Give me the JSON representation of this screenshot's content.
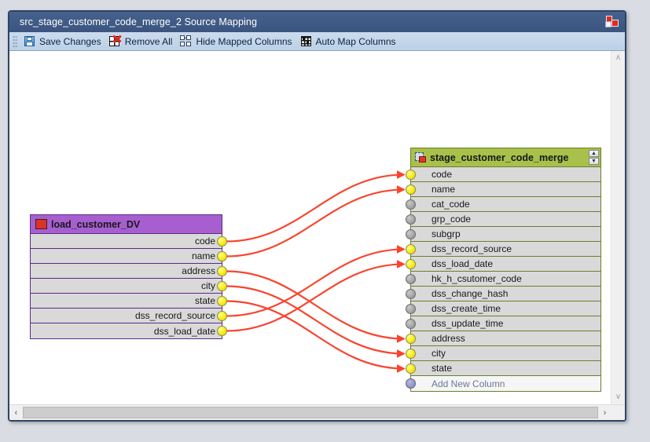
{
  "window": {
    "title": "src_stage_customer_code_merge_2 Source Mapping",
    "title_icon": "window-tile-icon"
  },
  "toolbar": {
    "items": [
      {
        "label": "Save Changes",
        "icon": "floppy-disk-icon"
      },
      {
        "label": "Remove All",
        "icon": "grid-delete-icon"
      },
      {
        "label": "Hide Mapped Columns",
        "icon": "hide-columns-icon"
      },
      {
        "label": "Auto Map Columns",
        "icon": "auto-map-icon"
      }
    ]
  },
  "source_table": {
    "name": "load_customer_DV",
    "icon": "table-grid-icon",
    "columns": [
      {
        "name": "code",
        "connected": true
      },
      {
        "name": "name",
        "connected": true
      },
      {
        "name": "address",
        "connected": true
      },
      {
        "name": "city",
        "connected": true
      },
      {
        "name": "state",
        "connected": true
      },
      {
        "name": "dss_record_source",
        "connected": true
      },
      {
        "name": "dss_load_date",
        "connected": true
      }
    ]
  },
  "target_table": {
    "name": "stage_customer_code_merge",
    "icon": "mapped-target-icon",
    "scroll_up": "▲",
    "scroll_down": "▼",
    "columns": [
      {
        "name": "code",
        "connected": true,
        "dot": "yellow"
      },
      {
        "name": "name",
        "connected": true,
        "dot": "yellow"
      },
      {
        "name": "cat_code",
        "connected": false,
        "dot": "gray"
      },
      {
        "name": "grp_code",
        "connected": false,
        "dot": "gray"
      },
      {
        "name": "subgrp",
        "connected": false,
        "dot": "gray"
      },
      {
        "name": "dss_record_source",
        "connected": true,
        "dot": "yellow"
      },
      {
        "name": "dss_load_date",
        "connected": true,
        "dot": "yellow"
      },
      {
        "name": "hk_h_csutomer_code",
        "connected": false,
        "dot": "gray"
      },
      {
        "name": "dss_change_hash",
        "connected": false,
        "dot": "gray"
      },
      {
        "name": "dss_create_time",
        "connected": false,
        "dot": "gray"
      },
      {
        "name": "dss_update_time",
        "connected": false,
        "dot": "gray"
      },
      {
        "name": "address",
        "connected": true,
        "dot": "yellow"
      },
      {
        "name": "city",
        "connected": true,
        "dot": "yellow"
      },
      {
        "name": "state",
        "connected": true,
        "dot": "yellow"
      },
      {
        "name": "Add New Column",
        "connected": false,
        "dot": "blue",
        "add_new": true
      }
    ]
  },
  "mappings": [
    {
      "from": "code",
      "to": "code"
    },
    {
      "from": "name",
      "to": "name"
    },
    {
      "from": "address",
      "to": "address"
    },
    {
      "from": "city",
      "to": "city"
    },
    {
      "from": "state",
      "to": "state"
    },
    {
      "from": "dss_record_source",
      "to": "dss_record_source"
    },
    {
      "from": "dss_load_date",
      "to": "dss_load_date"
    }
  ],
  "colors": {
    "link": "#f9442e",
    "source_header": "#a75fd0",
    "target_header": "#a9c04a",
    "title_bar": "#3f5a84",
    "connected_dot": "#f2e400",
    "unconnected_dot": "#9c9c9c",
    "add_new_dot": "#8f92c4"
  },
  "scrollbars": {
    "v_up": "∧",
    "v_down": "∨",
    "h_left": "‹",
    "h_right": "›"
  }
}
